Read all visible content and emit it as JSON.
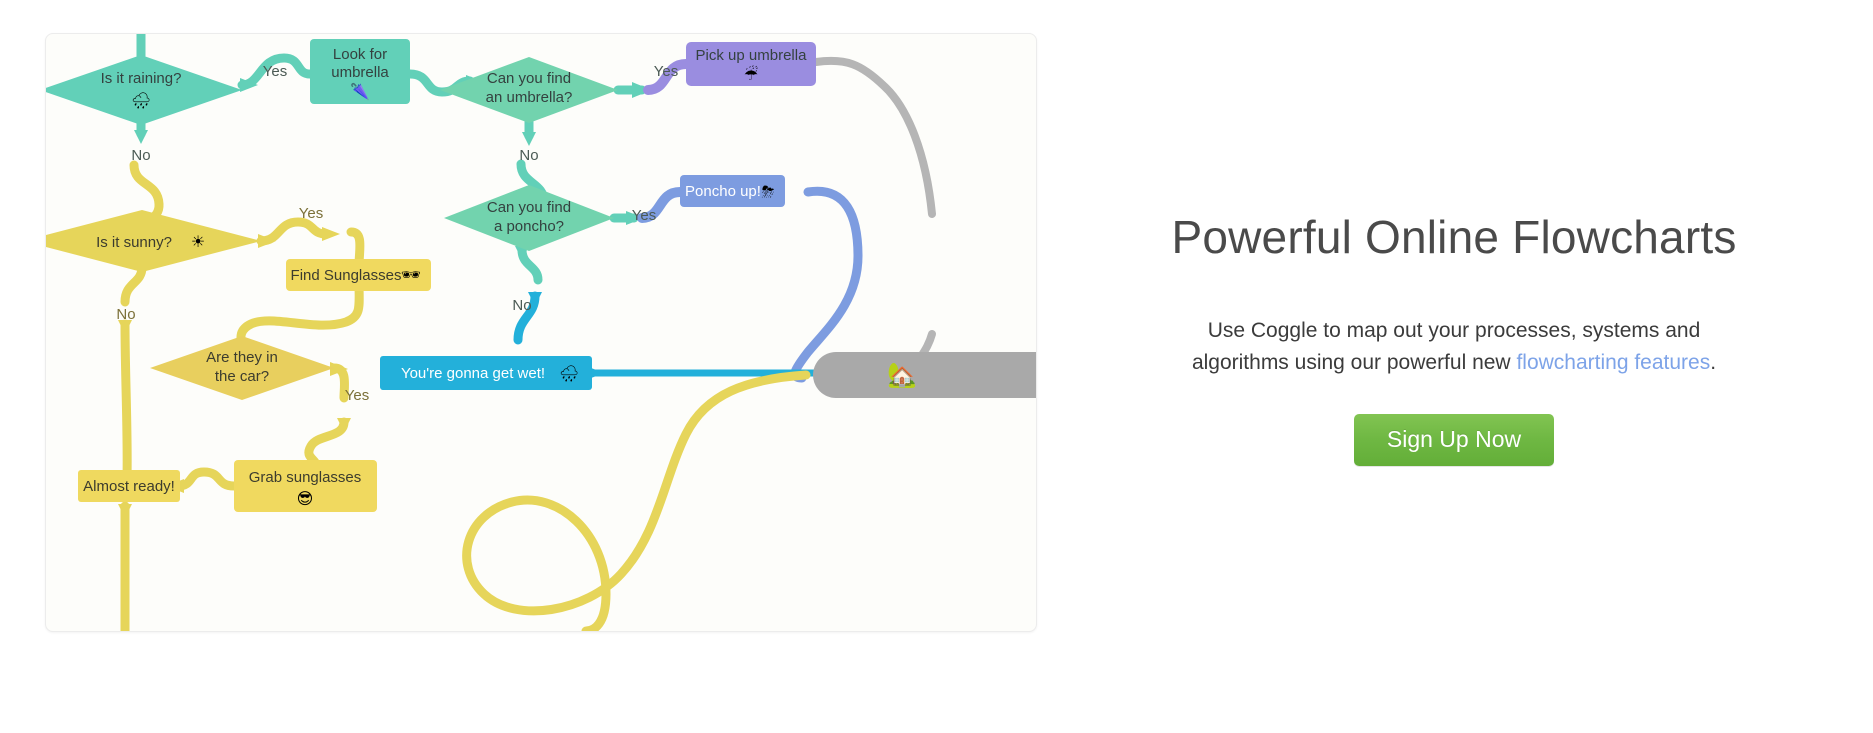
{
  "canvas": {
    "background": "#fdfdfa",
    "nodes": [
      {
        "id": "is-it-raining",
        "label": "Is it raining?",
        "emoji": "🌧",
        "shape": "diamond",
        "color": "#62d0b8"
      },
      {
        "id": "look-for-umbrella",
        "label_line1": "Look for",
        "label_line2": "umbrella",
        "emoji": "🌂",
        "shape": "rect",
        "color": "#62d0b8"
      },
      {
        "id": "can-find-umbrella",
        "label_line1": "Can you find",
        "label_line2": "an umbrella?",
        "shape": "diamond",
        "color": "#72d3ae"
      },
      {
        "id": "pick-up-umbrella",
        "label": "Pick up umbrella",
        "emoji": "☔",
        "shape": "rect",
        "color": "#9a8de0"
      },
      {
        "id": "is-it-sunny",
        "label": "Is it sunny?",
        "emoji": "☀",
        "shape": "diamond",
        "color": "#e6d55a"
      },
      {
        "id": "find-sunglasses",
        "label": "Find Sunglasses",
        "emoji": "🕶",
        "shape": "rect",
        "color": "#f0d95f"
      },
      {
        "id": "can-find-poncho",
        "label_line1": "Can you find",
        "label_line2": "a poncho?",
        "shape": "diamond",
        "color": "#72d3ae"
      },
      {
        "id": "poncho-up",
        "label": "Poncho up!",
        "emoji": "⛈",
        "shape": "rect",
        "color": "#7d9ce0"
      },
      {
        "id": "are-they-in-car",
        "label_line1": "Are they in",
        "label_line2": "the car?",
        "shape": "diamond",
        "color": "#e8cf5e"
      },
      {
        "id": "gonna-get-wet",
        "label": "You're gonna get wet!",
        "emoji": "🌧",
        "shape": "rect",
        "color": "#23b0da"
      },
      {
        "id": "grab-sunglasses",
        "label": "Grab sunglasses",
        "emoji": "😎",
        "shape": "rect",
        "color": "#f0d95f"
      },
      {
        "id": "almost-ready",
        "label": "Almost ready!",
        "shape": "rect",
        "color": "#efd95f"
      },
      {
        "id": "home",
        "emoji": "🏡",
        "shape": "pill",
        "color": "#a9a9a9"
      }
    ],
    "edge_labels": {
      "raining_yes": "Yes",
      "raining_no": "No",
      "umbrella_yes": "Yes",
      "umbrella_no": "No",
      "sunny_yes": "Yes",
      "sunny_no": "No",
      "poncho_yes": "Yes",
      "poncho_no": "No",
      "car_yes": "Yes"
    }
  },
  "promo": {
    "title": "Powerful Online Flowcharts",
    "body_line1": "Use Coggle to map out your processes, systems and",
    "body_line2_pre": "algorithms using our powerful new ",
    "body_link": "flowcharting features",
    "body_line2_post": ".",
    "button_label": "Sign Up Now",
    "link_color": "#7da3e8",
    "button_color": "#6fb843"
  }
}
